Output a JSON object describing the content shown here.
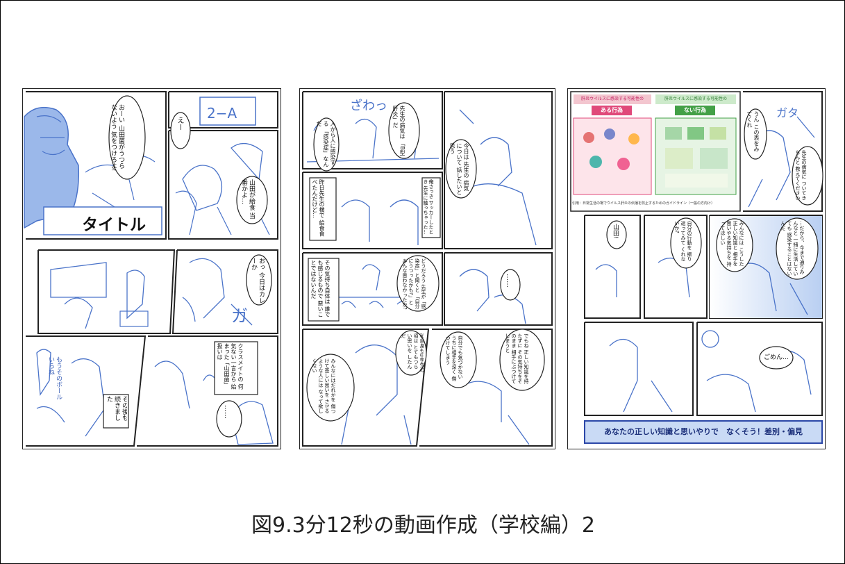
{
  "caption": "図9.3分12秒の動画作成（学校編）2",
  "colors": {
    "sketch": "#4a73c9",
    "fill": "#9bb8ea",
    "ink": "#222222",
    "banner": "#2b47a7"
  },
  "page1": {
    "title_text": "タイトル",
    "sign_2a": "2−A",
    "bubble_oi": "おーい 山田菌がうつら ないよう 気をつけろよ!",
    "bubble_e": "えー",
    "bubble_kyushoku": "山田が給食 当番かよ…",
    "bubble_curry": "おっ 今日はカレーか",
    "bubble_gachan": "ガ",
    "bubble_classmate": "クラスメイトの 何気ない一言から 始まった「山田菌」 扱いは",
    "bubble_ball": "もうそのボールいらね",
    "bubble_tsuzuki": "その後も 続きました",
    "bubble_dots": "……"
  },
  "page2": {
    "sfx_zawa": "ざわっ",
    "bubble_byouki": "先生の病気は 「B型肝炎」だ",
    "bubble_kansen": "人から人に感染する 「感染症」なんだ",
    "bubble_ore": "俺さっき サッカーしたとき 先生に触っちゃった…",
    "bubble_kyou": "今日は 先生の 病気について 話したいと思う",
    "bubble_kinou": "昨日先生の横で 給食食べたんだけど…",
    "bubble_douda": "どうだろう 先生が「感染症」と聞くと 「自分にうつったかも?」と みんな思わなかったか?",
    "bubble_sono": "その気持ち自体は 誰でも感じるもので 悪いことではないんだ",
    "bubble_dots": "……",
    "bubble_watashi": "私自身も中学生の頃は とてもつらい思いを したんだ",
    "bubble_minna": "みんなにはだれかを 傷つけて悲しい思いを させるような人には なって欲しくない",
    "bubble_jibun": "自分でも気づかない うちに相手を深く 傷つけてしまう",
    "bubble_demo": "でもね 正しい知識を持たずに その気持ちをそのまま 相手にぶつけてしまうと"
  },
  "page3": {
    "poster_left_head": "肝炎ウイルスに感染する可能性の",
    "poster_left_tag": "ある行為",
    "poster_right_head": "肝炎ウイルスに感染する可能性の",
    "poster_right_tag": "ない行為",
    "poster_source": "引用：日常生活の場でウイルス肝炎の伝播を防止するためのガイドライン（一般の方向け）",
    "bubble_un": "うん この表をみてくれ",
    "sfx_gata": "ガタ",
    "bubble_sensei": "先生の病気に ついてきちんと 教えてください",
    "bubble_yamada": "山田!",
    "bubble_jibun": "自分の行動を 振り返ってみて くれないか?",
    "bubble_minna": "みんなには こうした正しい知識と 相手を思いやる気持ちを 持ってほしい",
    "bubble_dakara": "…だから、今まで通りみんなと 一緒に生活していても 感染することはないんだ",
    "bubble_gomen": "ごめん…",
    "banner": "あなたの正しい知識と思いやりで　なくそう！差別・偏見"
  }
}
